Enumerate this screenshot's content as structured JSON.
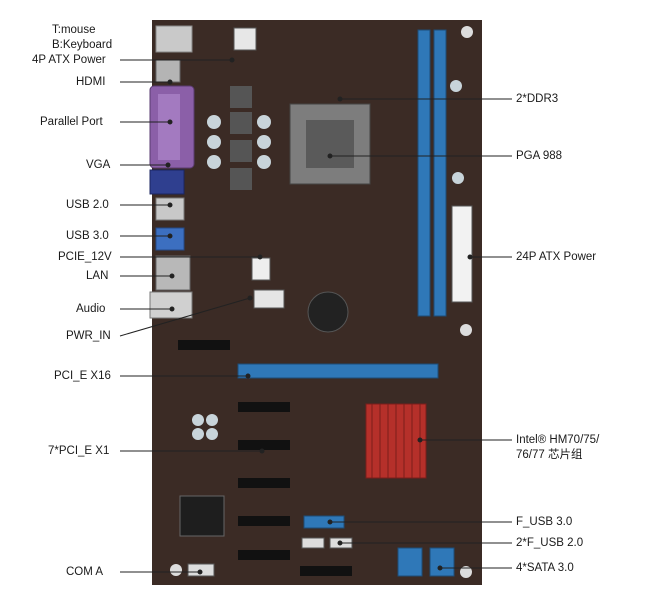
{
  "left_labels": {
    "mouse_keyboard_1": "T:mouse",
    "mouse_keyboard_2": "B:Keyboard",
    "atx_4p": "4P ATX Power",
    "hdmi": "HDMI",
    "parallel": "Parallel Port",
    "vga": "VGA",
    "usb20": "USB 2.0",
    "usb30": "USB 3.0",
    "pcie12v": "PCIE_12V",
    "lan": "LAN",
    "audio": "Audio",
    "pwrin": "PWR_IN",
    "pcie16": "PCI_E X16",
    "pcie1": "7*PCI_E X1",
    "coma": "COM A"
  },
  "right_labels": {
    "ddr3": "2*DDR3",
    "pga": "PGA 988",
    "atx24": "24P ATX Power",
    "chipset_1": "Intel® HM70/75/",
    "chipset_2": "76/77 芯片组",
    "fusb30": "F_USB 3.0",
    "fusb20": "2*F_USB 2.0",
    "sata": "4*SATA 3.0"
  },
  "colors": {
    "pcb": "#3a2a24",
    "slot_blue": "#2f78b8",
    "heatsink": "#b5302a",
    "line": "#222222"
  }
}
